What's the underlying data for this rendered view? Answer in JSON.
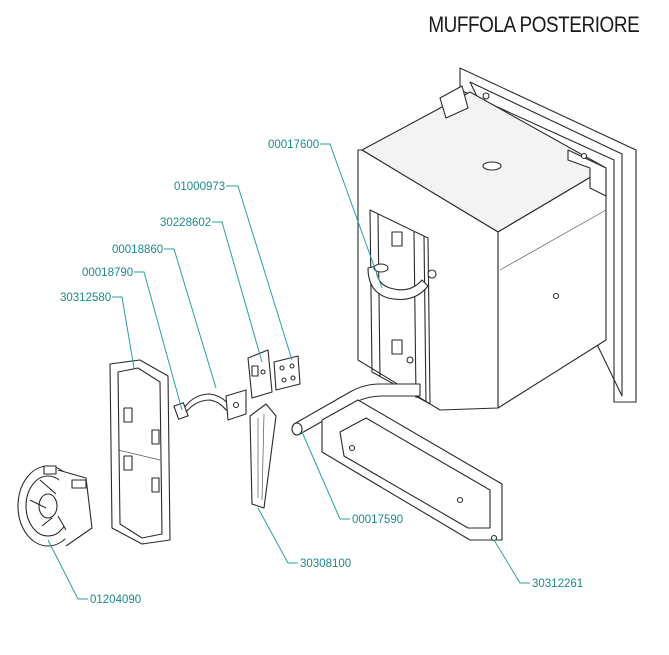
{
  "title": "MUFFOLA POSTERIORE",
  "parts": [
    {
      "code": "00017600"
    },
    {
      "code": "01000973"
    },
    {
      "code": "30228602"
    },
    {
      "code": "00018860"
    },
    {
      "code": "00018790"
    },
    {
      "code": "30312580"
    },
    {
      "code": "00017590"
    },
    {
      "code": "30308100"
    },
    {
      "code": "30312261"
    },
    {
      "code": "01204090"
    }
  ]
}
